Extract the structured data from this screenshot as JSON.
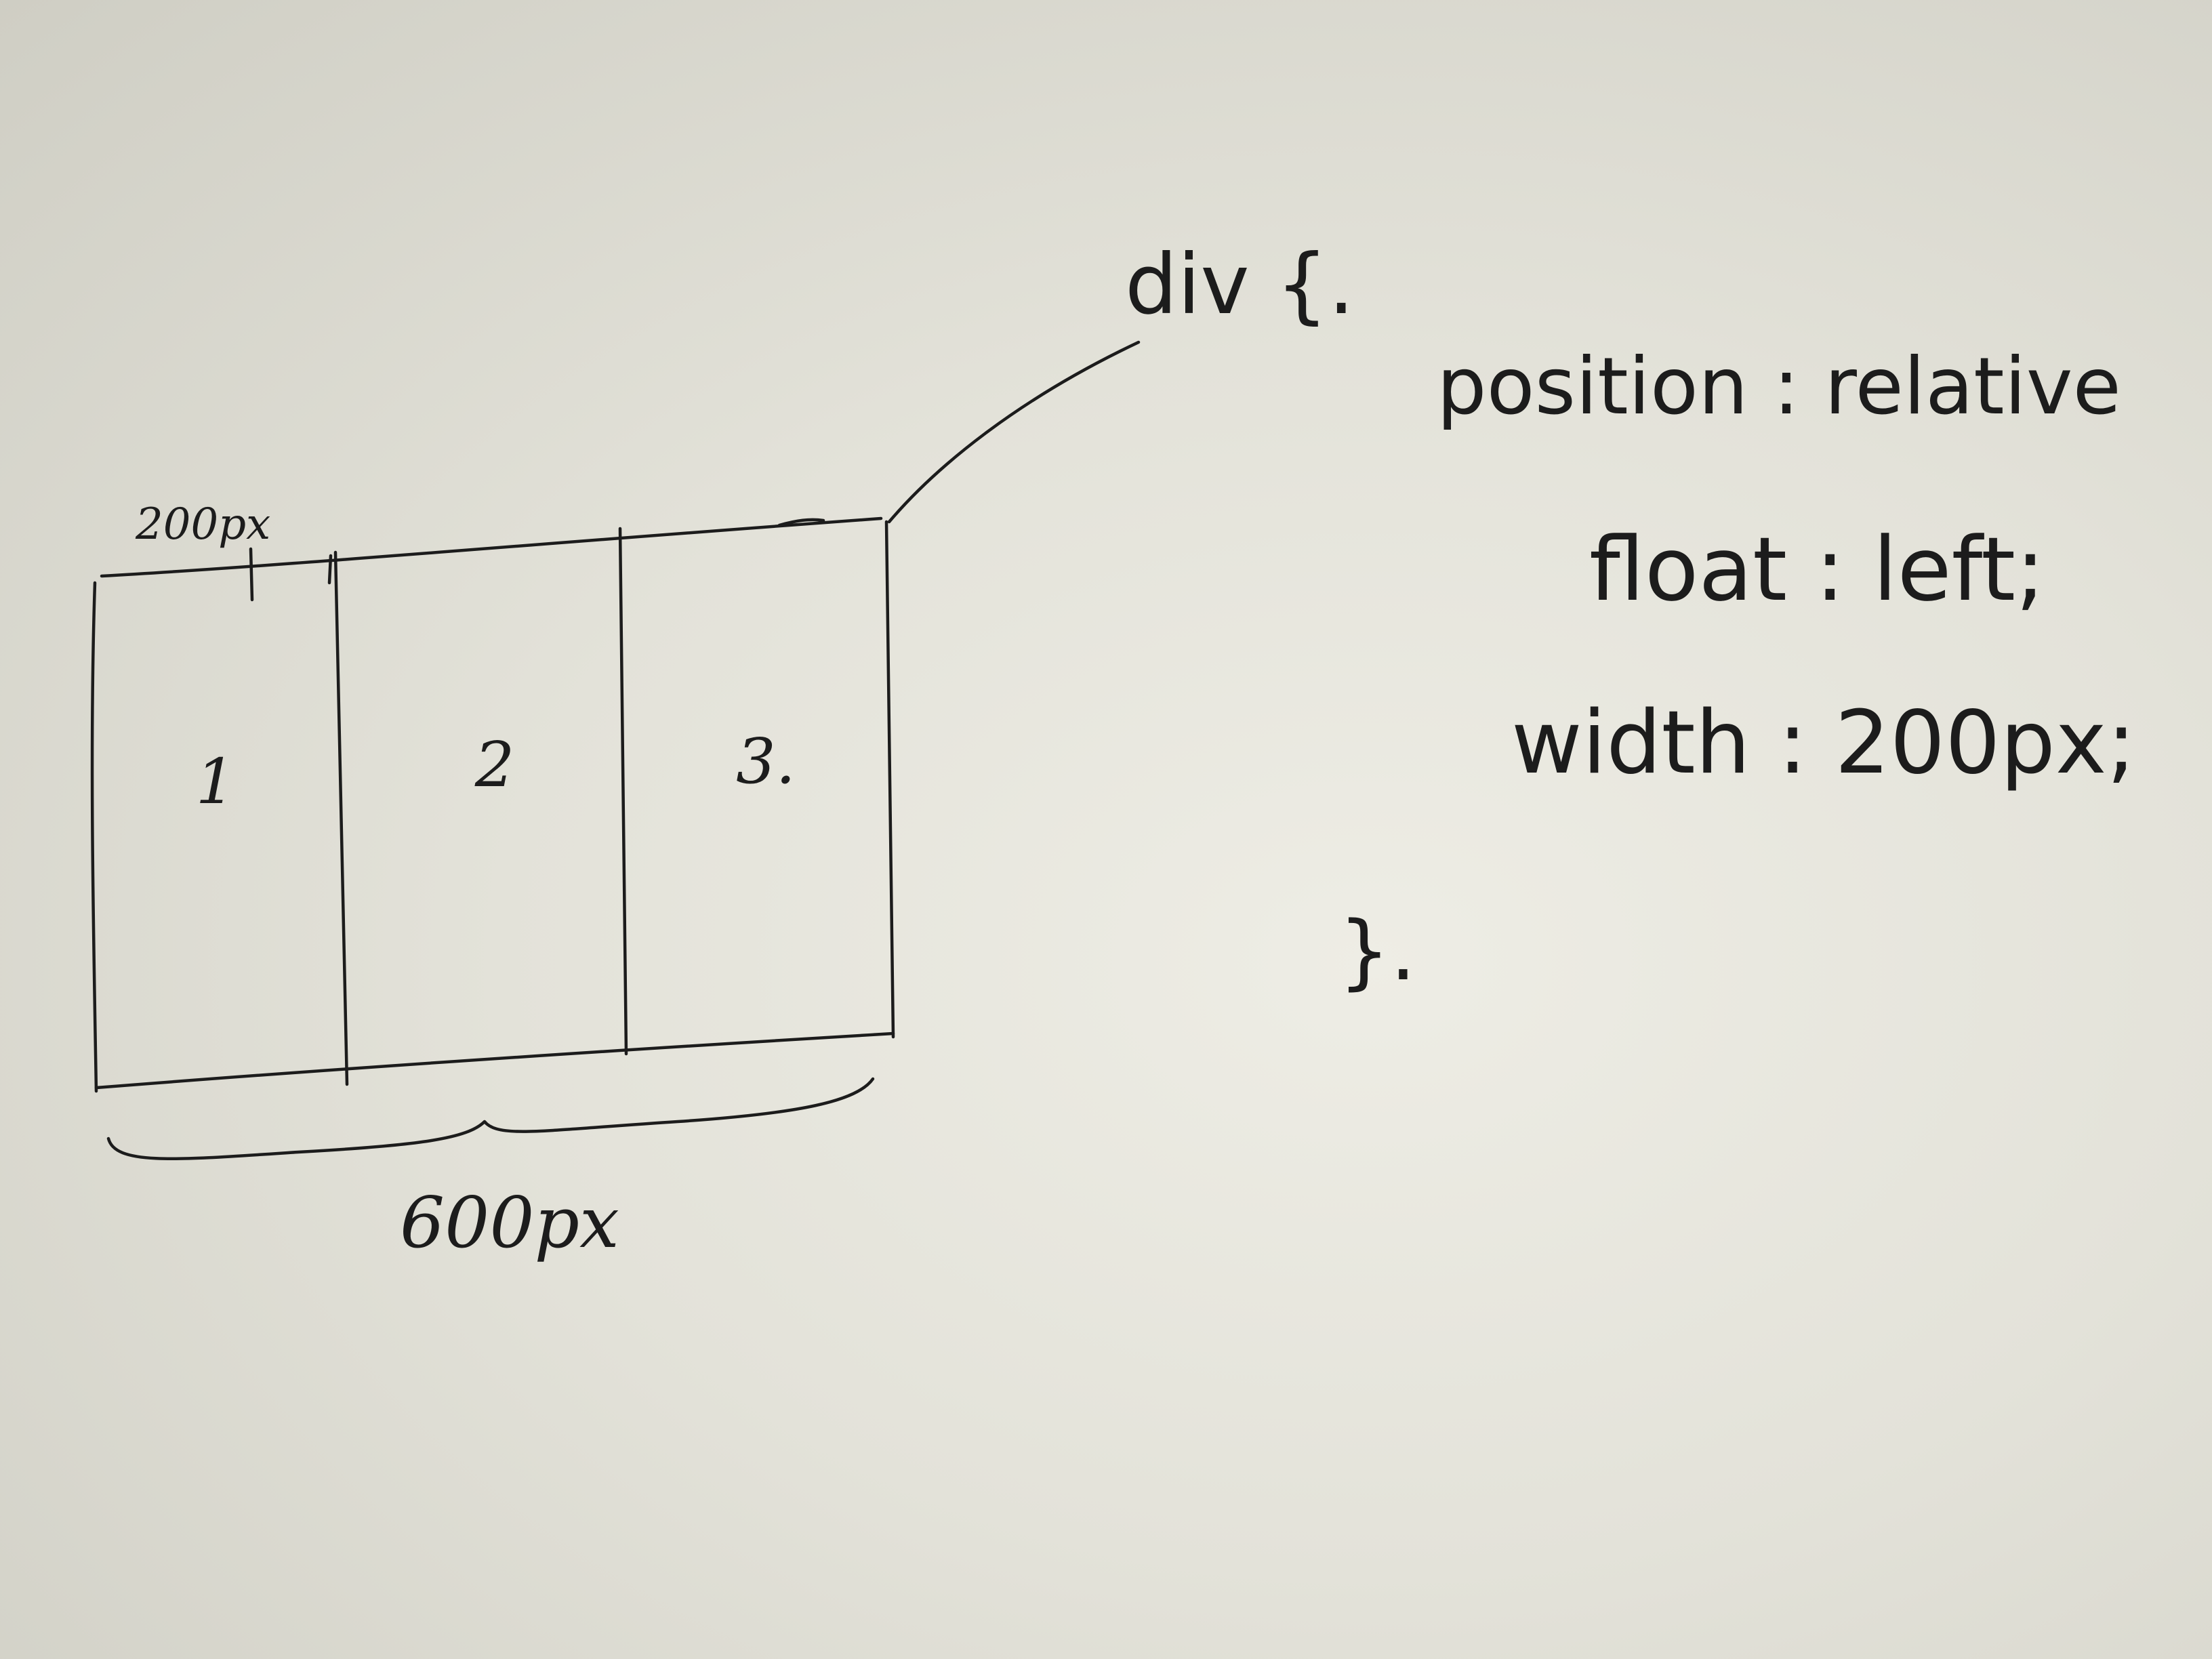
{
  "diagram": {
    "columns": [
      {
        "label": "1"
      },
      {
        "label": "2"
      },
      {
        "label": "3."
      }
    ],
    "column_width_label": "200px",
    "total_width_label": "600px",
    "code": {
      "opening": "div {.",
      "properties": [
        "position : relative",
        "float : left;",
        "width : 200px;"
      ],
      "closing": "}."
    }
  }
}
